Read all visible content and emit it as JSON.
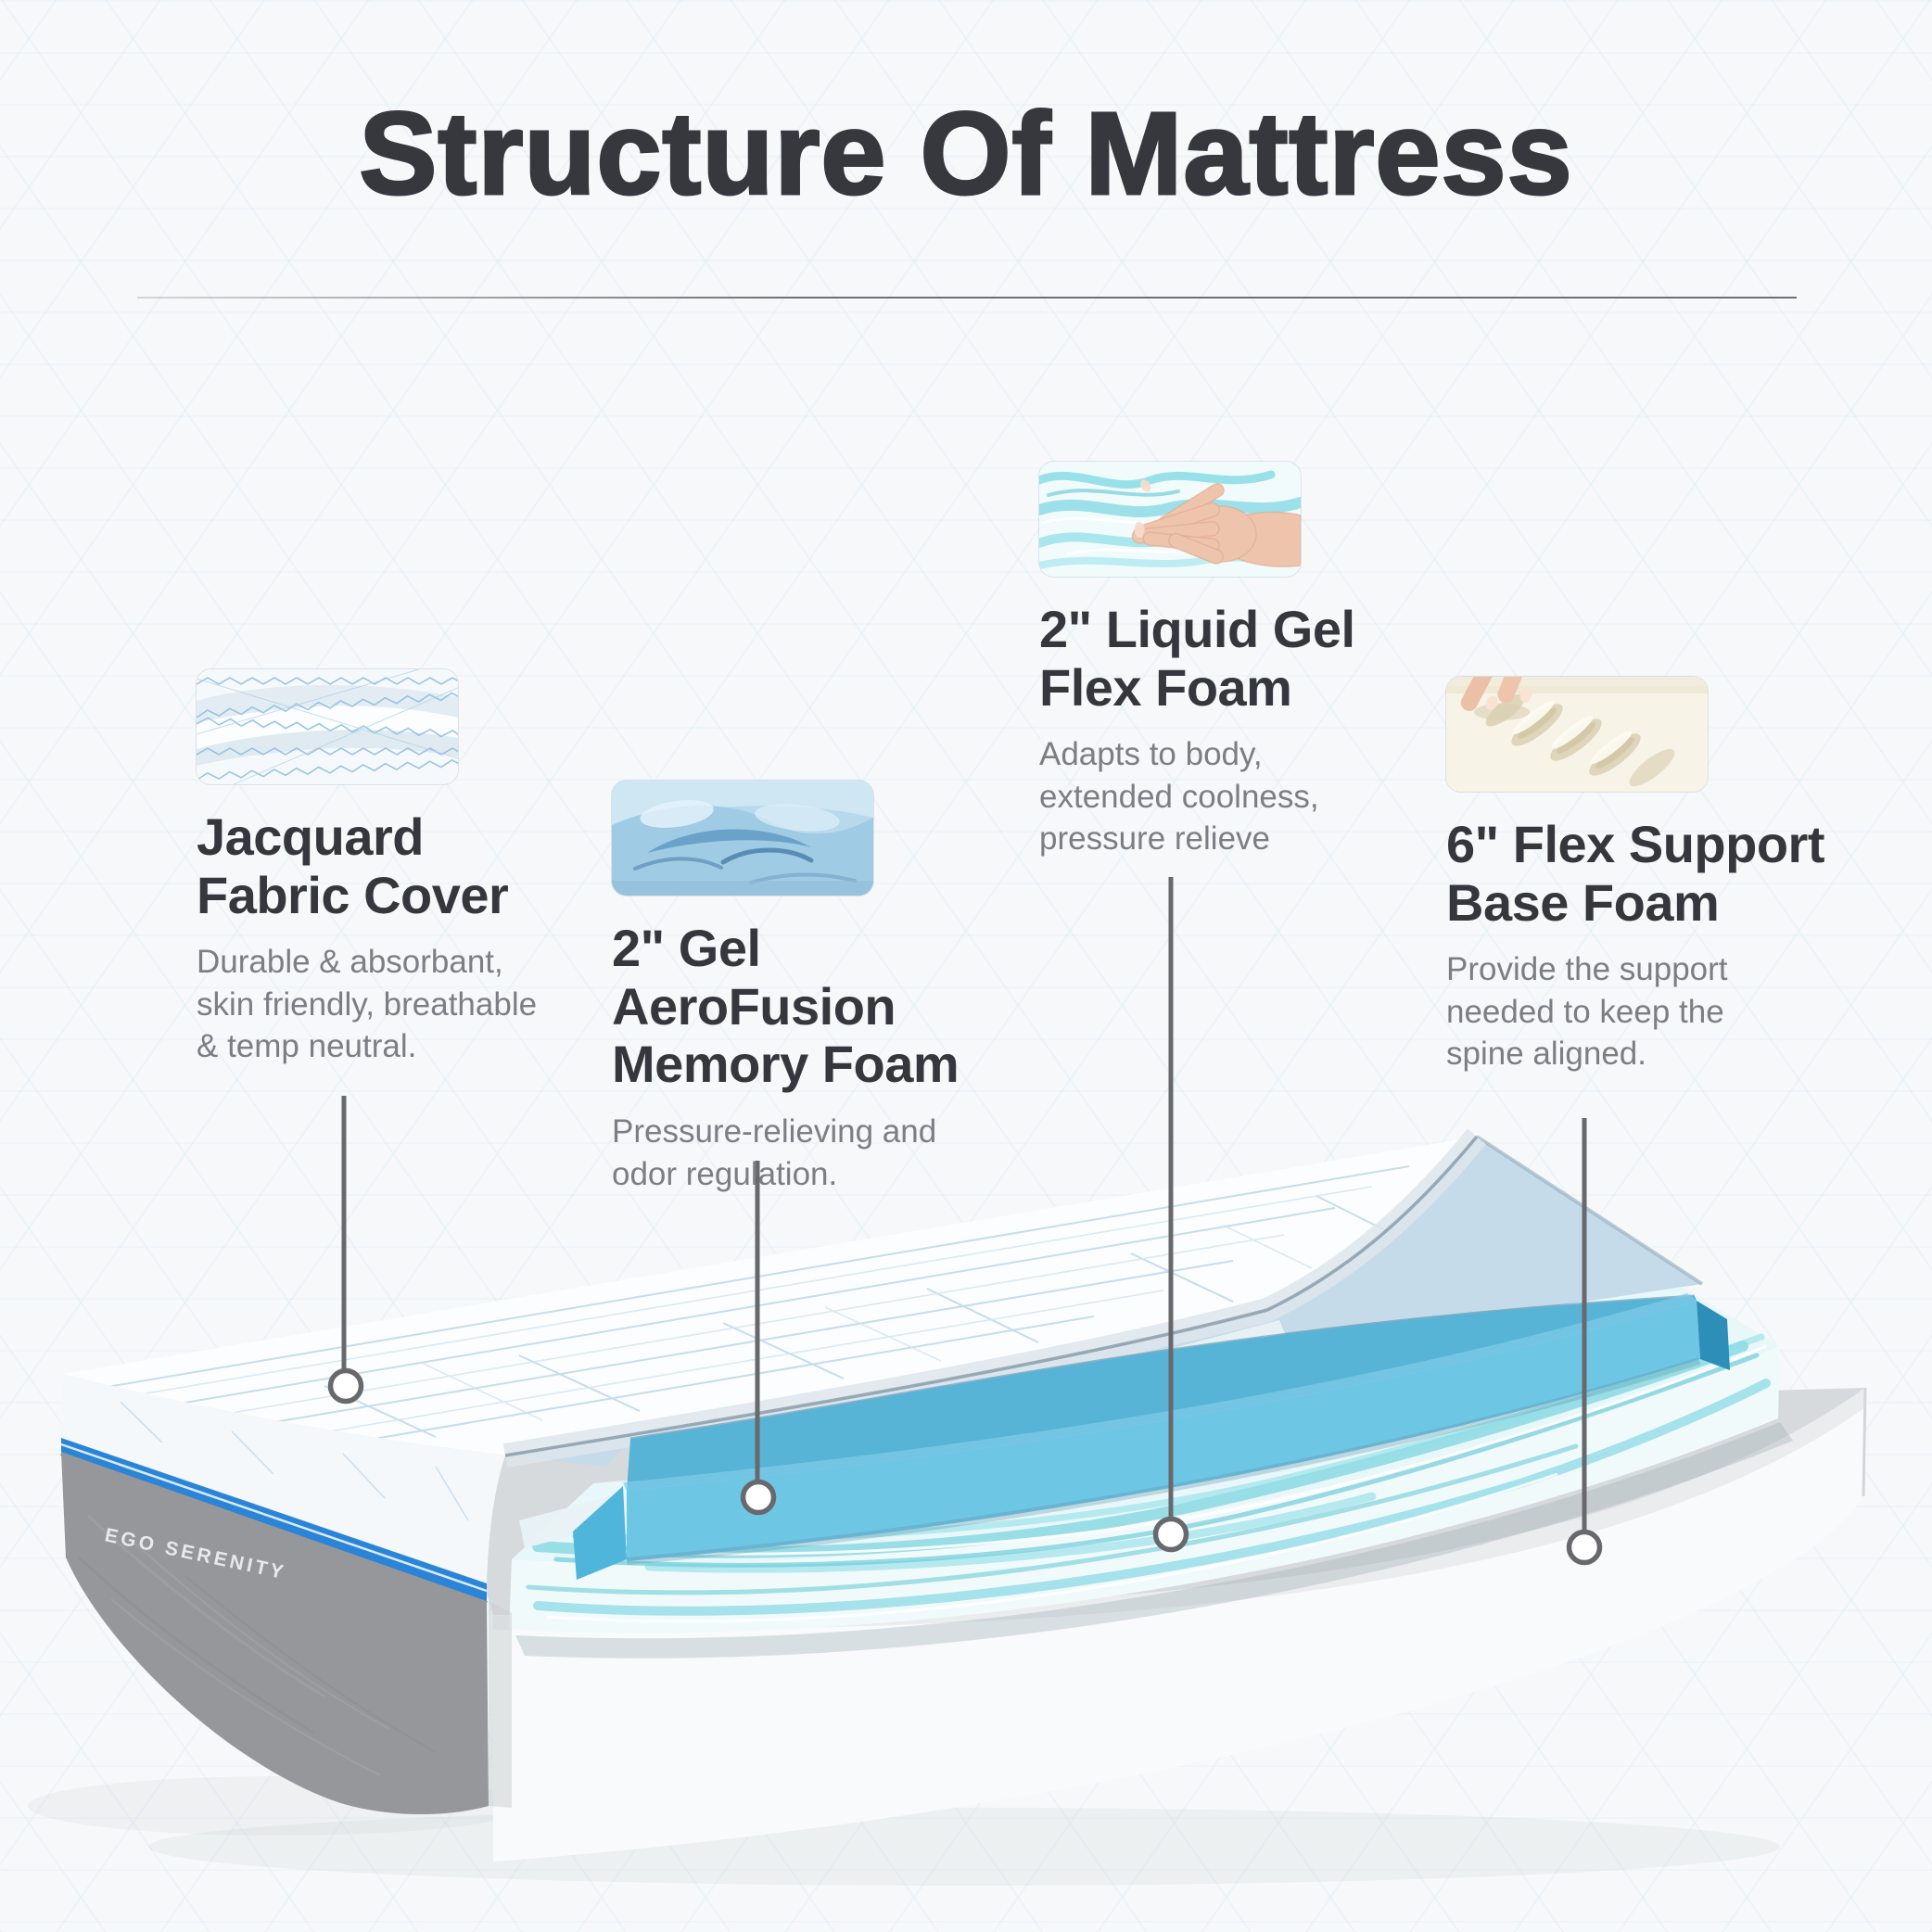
{
  "title": "Structure Of Mattress",
  "callouts": [
    {
      "heading": "Jacquard\nFabric Cover",
      "description": "Durable & absorbant,\nskin friendly, breathable\n& temp neutral.",
      "thumbnail_icon": "jacquard-fabric-photo"
    },
    {
      "heading": "2\" Gel AeroFusion\nMemory Foam",
      "description": "Pressure-relieving and\nodor regulation.",
      "thumbnail_icon": "gel-memory-foam-photo"
    },
    {
      "heading": "2\" Liquid Gel\nFlex Foam",
      "description": "Adapts to body,\nextended coolness,\npressure relieve",
      "thumbnail_icon": "liquid-gel-flex-foam-photo"
    },
    {
      "heading": "6\" Flex Support\nBase Foam",
      "description": "Provide the support\nneeded to keep the\nspine aligned.",
      "thumbnail_icon": "flex-support-base-foam-photo"
    }
  ],
  "mattress": {
    "side_label": "EGO SERENITY"
  },
  "colors": {
    "accent_blue_stripe": "#2a85d8",
    "memory_foam_blue": "#58b4d6",
    "gel_swirl_cyan": "#49c6d6",
    "heading_text": "#36373d",
    "description_text": "#7c7e83",
    "leader_line": "#68696c"
  }
}
